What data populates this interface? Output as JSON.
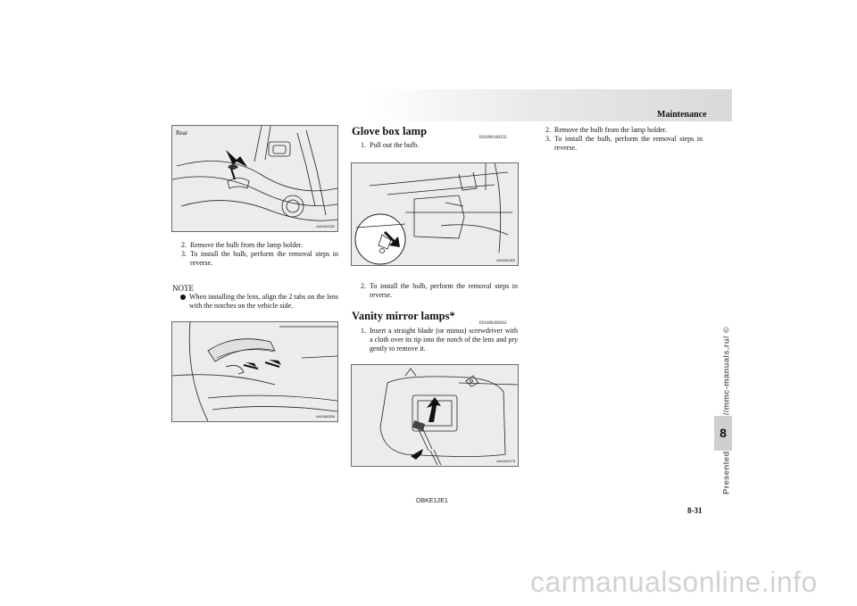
{
  "header": {
    "section_title": "Maintenance"
  },
  "left_column": {
    "figure_top": {
      "label": "Rear",
      "code": "AA0064332"
    },
    "steps": [
      {
        "num": "2.",
        "text": "Remove the bulb from the lamp holder."
      },
      {
        "num": "3.",
        "text": "To install the bulb, perform the removal steps in reverse."
      }
    ],
    "note": {
      "label": "NOTE",
      "items": [
        "When installing the lens, align the 2 tabs on the lens with the notches on the vehicle side."
      ]
    },
    "figure_bottom": {
      "code": "AA0066558"
    }
  },
  "middle_column": {
    "glove_box": {
      "heading": "Glove box lamp",
      "code": "E01006100232",
      "steps": [
        {
          "num": "1.",
          "text": "Pull out the bulb."
        },
        {
          "num": "2.",
          "text": "To install the bulb, perform the removal steps in reverse."
        }
      ],
      "figure": {
        "code": "AA0064365"
      }
    },
    "vanity": {
      "heading": "Vanity mirror lamps*",
      "code": "E01006200262",
      "steps": [
        {
          "num": "1.",
          "text": "Insert a straight blade (or minus) screwdriver with a cloth over its tip into the notch of the lens and pry gently to remove it."
        }
      ],
      "figure": {
        "code": "AA0064378"
      }
    }
  },
  "right_column": {
    "steps": [
      {
        "num": "2.",
        "text": "Remove the bulb from the lamp holder."
      },
      {
        "num": "3.",
        "text": "To install the bulb, perform the removal steps in reverse."
      }
    ]
  },
  "side_tab": {
    "chapter": "8"
  },
  "watermark": {
    "text": "Presented by http://mmc-manuals.ru/ ©"
  },
  "footer": {
    "doc_code": "OBKE12E1",
    "page_number": "8-31",
    "site": "carmanualsonline.info"
  }
}
